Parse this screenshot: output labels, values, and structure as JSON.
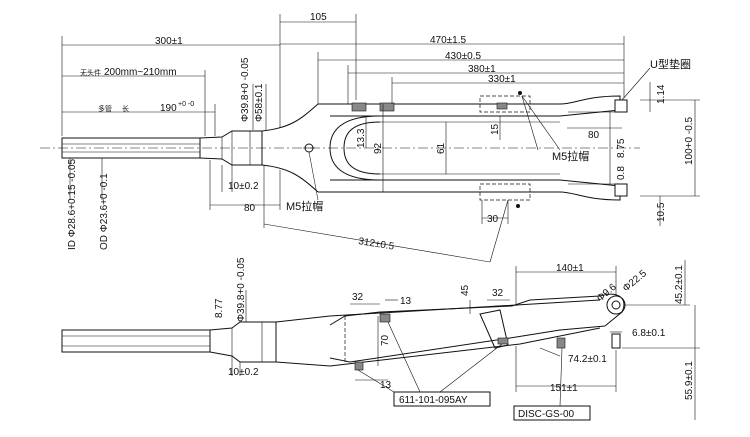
{
  "top_view": {
    "dims": {
      "d105": "105",
      "d300": "300±1",
      "d470": "470±1.5",
      "d430": "430±0.5",
      "d380": "380±1",
      "d330": "330±1",
      "d200_210": "200mm~210mm",
      "d190": "190",
      "d190_tol": "+0 -0",
      "d39_8": "Φ39.8+0 -0.05",
      "d58": "Φ58±0.1",
      "d1_14": "1.14",
      "d80_right": "80",
      "d15": "15",
      "d13_3": "13.3",
      "d92": "92",
      "d61": "61",
      "d8_75": "8.75",
      "d0_8": "0.8",
      "d100": "100+0 -0.5",
      "d10_0_2": "10±0.2",
      "d80_left": "80",
      "d10_5": "10.5",
      "d30": "30",
      "d312": "312±0.5",
      "id28": "ID Φ28.6+0.15 -0.05",
      "od23": "OD Φ23.6+0 -0.1"
    },
    "labels": {
      "washer": "U型垫圈",
      "m5_rivet_right": "M5拉帽",
      "m5_rivet_left": "M5拉帽",
      "small_left_1": "无头件",
      "small_left_2": "多管",
      "small_left_3": "长"
    }
  },
  "side_view": {
    "dims": {
      "d140": "140±1",
      "d45_2": "45.2±0.1",
      "d22_5": "Φ22.5",
      "d9_6": "Φ9.6",
      "d45": "45",
      "d32a": "32",
      "d32b": "32",
      "d13a": "13",
      "d13b": "13",
      "d70": "70",
      "d6_8": "6.8±0.1",
      "d74_2": "74.2±0.1",
      "d151": "151±1",
      "d55_9": "55.9±0.1",
      "d10_0_2": "10±0.2",
      "d39_8": "Φ39.8+0 -0.05",
      "d8_77": "8.77"
    },
    "callouts": {
      "part_a": "611-101-095AY",
      "part_b": "DISC-GS-00"
    }
  }
}
